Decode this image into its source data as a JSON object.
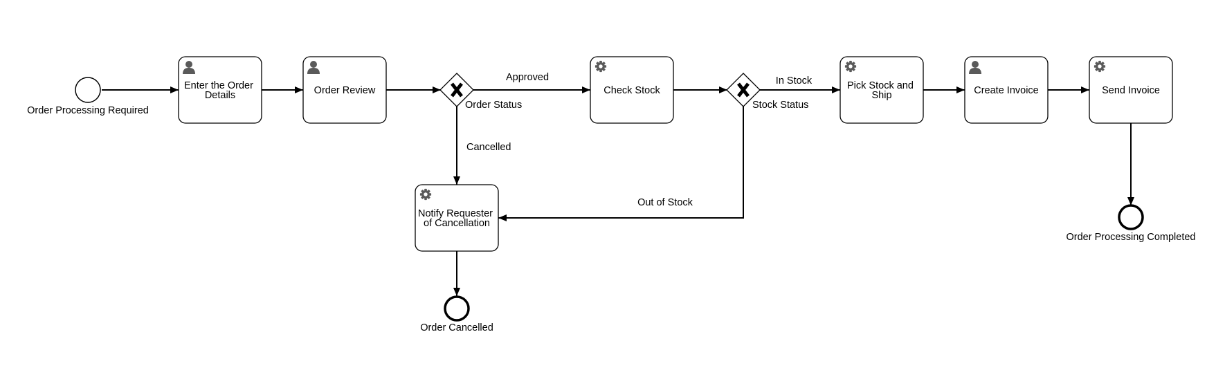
{
  "diagram": {
    "start_event": {
      "label": "Order Processing Required"
    },
    "tasks": {
      "enter_order_details": {
        "type": "user",
        "lines": [
          "Enter the Order",
          "Details"
        ]
      },
      "order_review": {
        "type": "user",
        "lines": [
          "Order Review"
        ]
      },
      "check_stock": {
        "type": "service",
        "lines": [
          "Check Stock"
        ]
      },
      "pick_stock_ship": {
        "type": "service",
        "lines": [
          "Pick Stock and",
          "Ship"
        ]
      },
      "create_invoice": {
        "type": "user",
        "lines": [
          "Create Invoice"
        ]
      },
      "send_invoice": {
        "type": "service",
        "lines": [
          "Send Invoice"
        ]
      },
      "notify_cancellation": {
        "type": "service",
        "lines": [
          "Notify Requester",
          "of Cancellation"
        ]
      }
    },
    "gateways": {
      "order_status": {
        "label": "Order Status"
      },
      "stock_status": {
        "label": "Stock Status"
      }
    },
    "flows": {
      "approved": "Approved",
      "cancelled": "Cancelled",
      "in_stock": "In Stock",
      "out_of_stock": "Out of Stock"
    },
    "end_events": {
      "order_cancelled": {
        "label": "Order Cancelled"
      },
      "order_completed": {
        "label": "Order Processing Completed"
      }
    }
  }
}
